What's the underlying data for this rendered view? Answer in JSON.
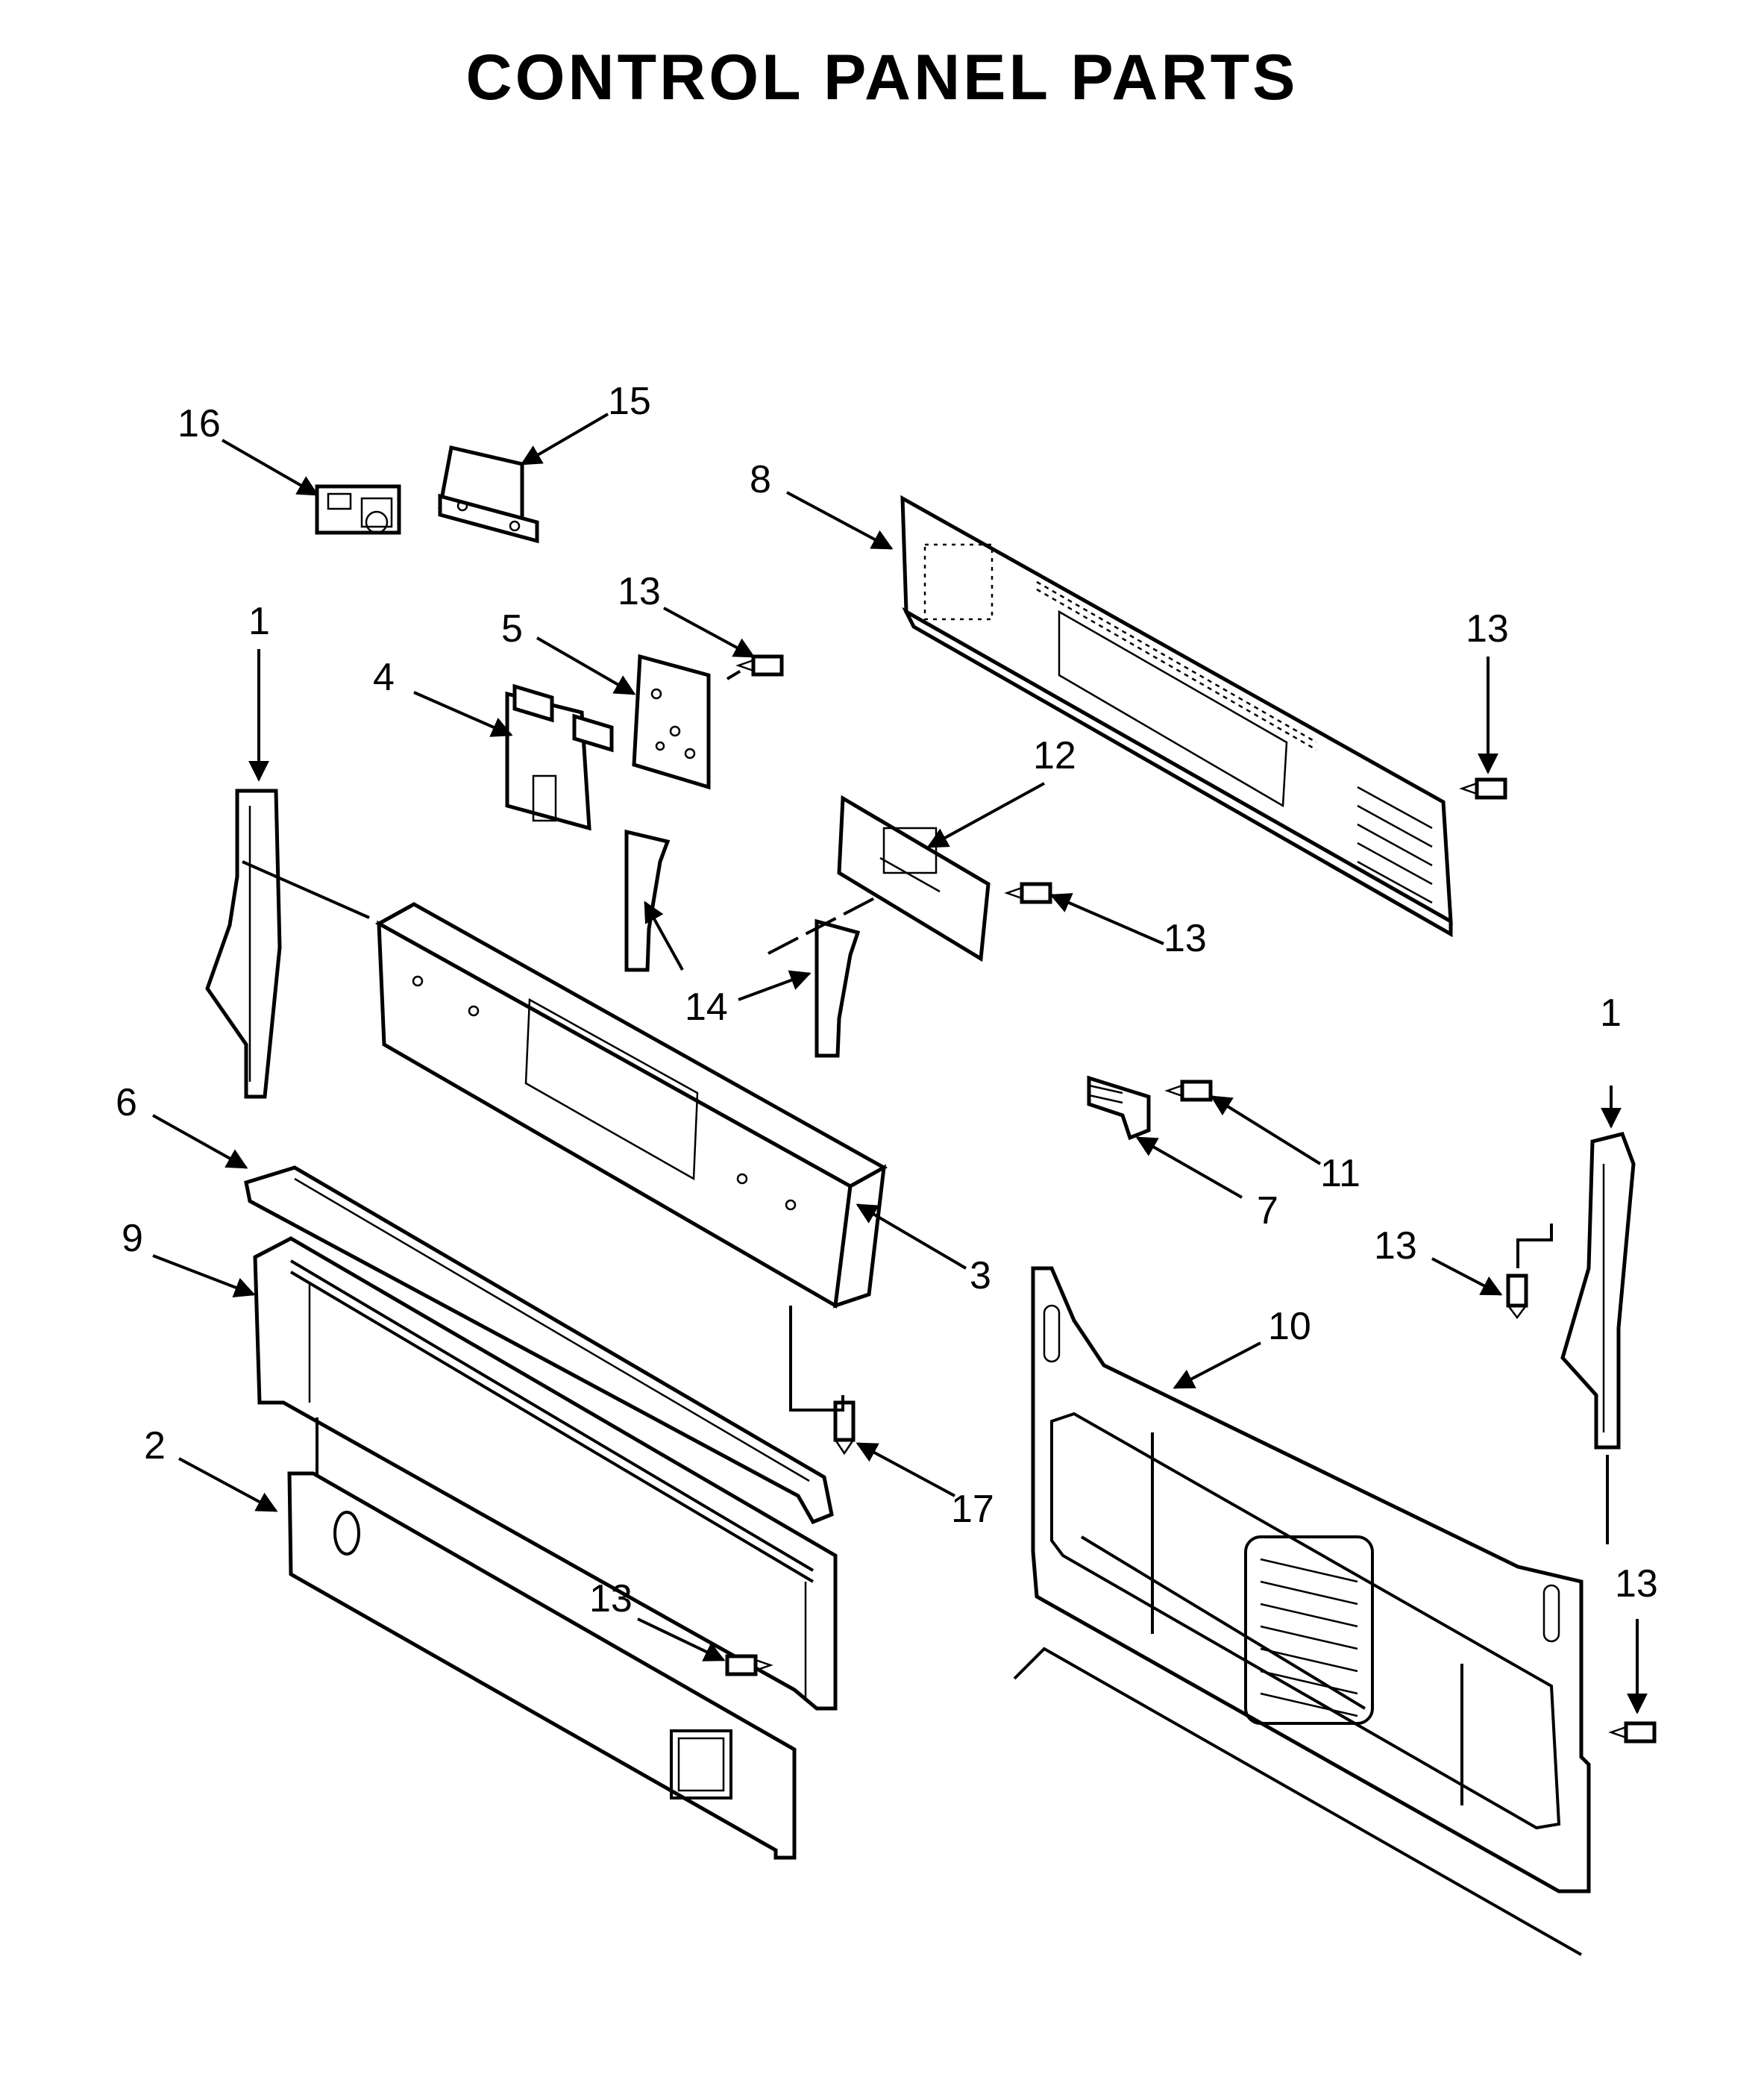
{
  "title": "CONTROL PANEL PARTS",
  "callouts": {
    "c1_left": "1",
    "c1_right": "1",
    "c2": "2",
    "c3": "3",
    "c4": "4",
    "c5": "5",
    "c6": "6",
    "c7": "7",
    "c8": "8",
    "c9": "9",
    "c10": "10",
    "c11": "11",
    "c12": "12",
    "c13_a": "13",
    "c13_b": "13",
    "c13_c": "13",
    "c13_d": "13",
    "c13_e": "13",
    "c13_f": "13",
    "c14": "14",
    "c15": "15",
    "c16": "16",
    "c17": "17"
  }
}
